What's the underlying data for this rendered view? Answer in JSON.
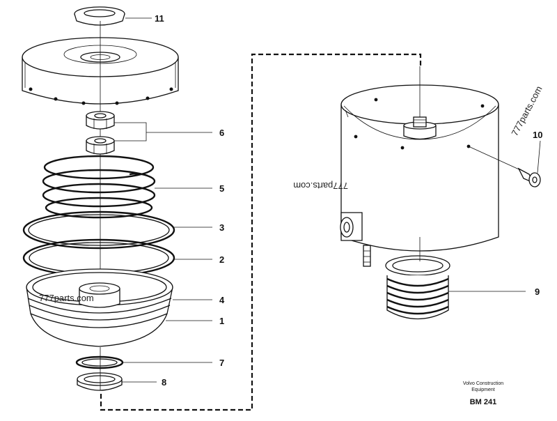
{
  "callouts": {
    "c11": "11",
    "c6": "6",
    "c5": "5",
    "c3": "3",
    "c2": "2",
    "c4": "4",
    "c1": "1",
    "c7": "7",
    "c8": "8",
    "c10": "10",
    "c9": "9"
  },
  "watermarks": {
    "w1": "777parts.com",
    "w2": "777parts.com",
    "w3": "777parts.com"
  },
  "footer": {
    "brand_line1": "Volvo Construction",
    "brand_line2": "Equipment",
    "code": "BM 241"
  }
}
